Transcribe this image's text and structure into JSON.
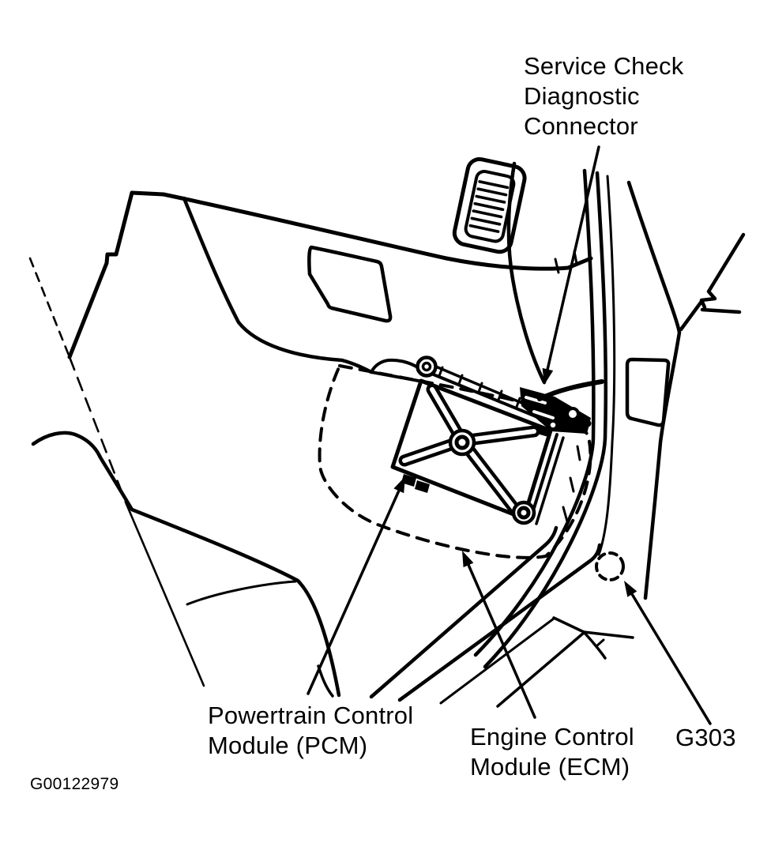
{
  "figure": {
    "code": "G00122979",
    "background_color": "#ffffff",
    "ink_color": "#000000",
    "labels": {
      "service_connector": {
        "line1": "Service Check",
        "line2": "Diagnostic",
        "line3": "Connector"
      },
      "pcm": {
        "line1": "Powertrain Control",
        "line2": "Module (PCM)"
      },
      "ecm": {
        "line1": "Engine Control",
        "line2": "Module (ECM)"
      },
      "ground": {
        "text": "G303"
      }
    }
  }
}
